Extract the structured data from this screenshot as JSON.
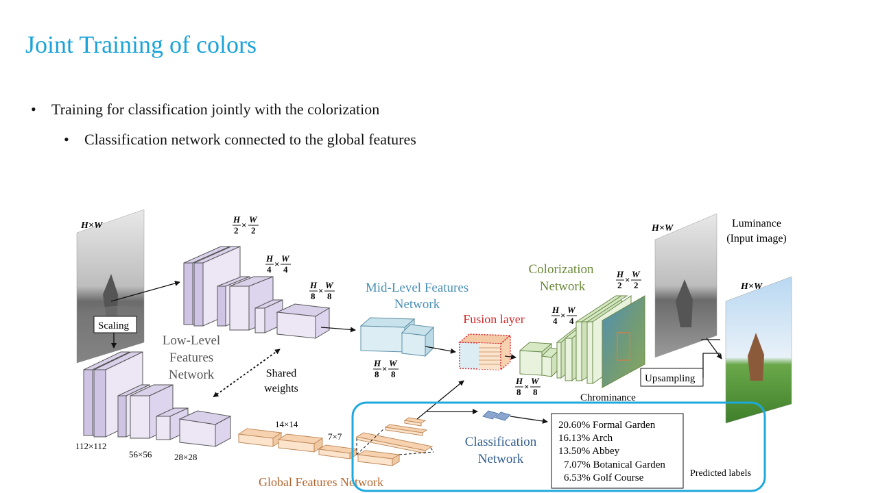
{
  "slide": {
    "title": "Joint Training of colors",
    "bullets": [
      "Training for classification jointly with the colorization",
      "Classification network connected to the global features"
    ]
  },
  "diagram": {
    "input_size": "H×W",
    "scaling": "Scaling",
    "low_level_line1": "Low-Level",
    "low_level_line2": "Features",
    "low_level_line3": "Network",
    "shared_line1": "Shared",
    "shared_line2": "weights",
    "size_112": "112×112",
    "size_56": "56×56",
    "size_28": "28×28",
    "size_14": "14×14",
    "size_7": "7×7",
    "global_features": "Global Features Network",
    "mid_level_line1": "Mid-Level Features",
    "mid_level_line2": "Network",
    "fusion": "Fusion layer",
    "colorization_line1": "Colorization",
    "colorization_line2": "Network",
    "chrominance": "Chrominance",
    "upsampling": "Upsampling",
    "luminance_line1": "Luminance",
    "luminance_line2": "(Input image)",
    "output_size": "H×W",
    "classification_line1": "Classification",
    "classification_line2": "Network",
    "predictions": [
      "20.60% Formal Garden",
      "16.13% Arch",
      "13.50% Abbey",
      "7.07% Botanical Garden",
      "6.53% Golf Course"
    ],
    "predicted_labels": "Predicted labels",
    "frac_h": "H",
    "frac_w": "W",
    "den_2": "2",
    "den_4": "4",
    "den_8": "8",
    "times": "×"
  },
  "colors": {
    "title": "#1aa3d9",
    "highlight_box": "#1ea8dc",
    "low_level": "#ece6f5",
    "global": "#fbe3cc",
    "mid_level": "#dcedf4",
    "colorization": "#e8f2dc",
    "fusion": "#d8262a",
    "classifier": "#8aa6cf"
  }
}
